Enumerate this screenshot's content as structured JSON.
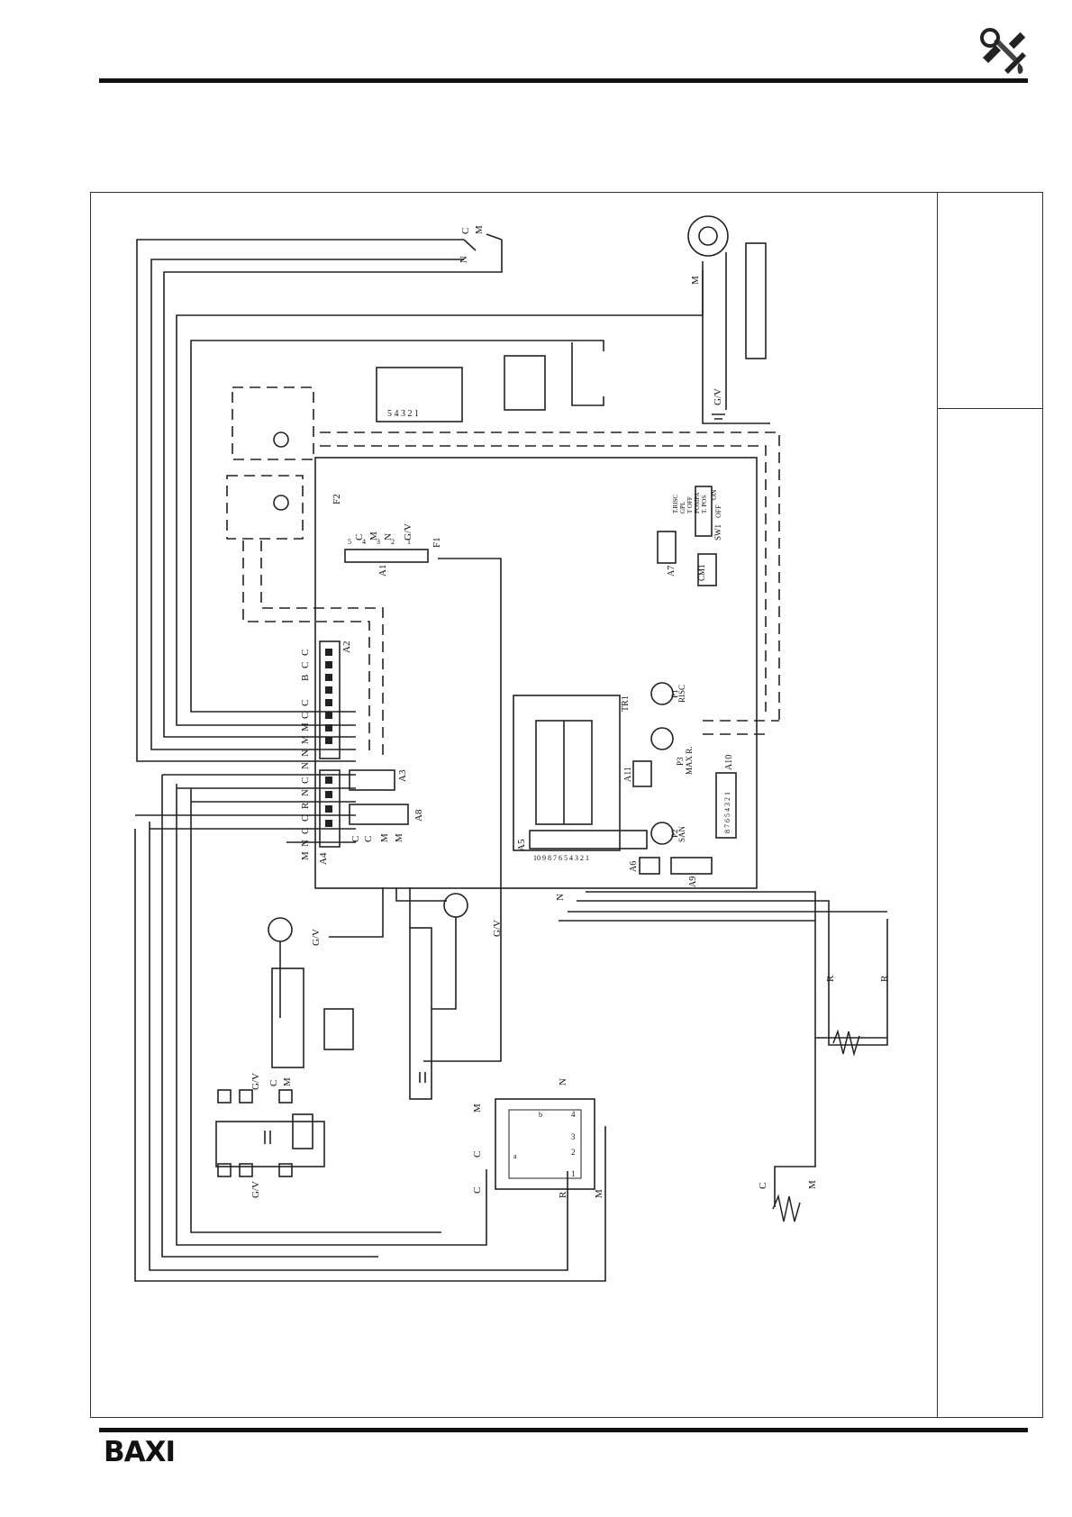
{
  "brand": {
    "logo_text": "BAXI"
  },
  "diagram": {
    "top_switch": {
      "n": "N",
      "c": "C",
      "m": "M"
    },
    "fan_label": "M",
    "earth_gv": "G/V",
    "gas_valve_pins": "5 4 3 2 1",
    "fuses": {
      "f1": "F1",
      "f2": "F2"
    },
    "connectors": {
      "a1": "A1",
      "a2": "A2",
      "a3": "A3",
      "a4": "A4",
      "a5": "A5",
      "a6": "A6",
      "a7": "A7",
      "a8": "A8",
      "a9": "A9",
      "a10": "A10",
      "a11": "A11"
    },
    "a1_pins": [
      "5",
      "4",
      "3",
      "2",
      "1"
    ],
    "a1_wires": [
      "C",
      "M",
      "N",
      "G/V"
    ],
    "a2_letters": [
      "C",
      "C",
      "B",
      "C",
      "C",
      "M",
      "M",
      "N",
      "N",
      "C"
    ],
    "a4_letters": [
      "N",
      "R",
      "C",
      "C",
      "N",
      "M"
    ],
    "a8_letters": [
      "C",
      "C",
      "M",
      "M"
    ],
    "transformer": "TR1",
    "pot_p1": {
      "id": "P1",
      "label": "RISC"
    },
    "pot_p2": {
      "id": "P2",
      "label": "SAN"
    },
    "pot_p3": {
      "id": "P3",
      "label": "MAX R."
    },
    "cm1": "CM1",
    "sw1": {
      "id": "SW1",
      "on": "ON",
      "off": "OFF",
      "rows": [
        "T.RISC",
        "GPL",
        "T OFF",
        "POMPA",
        "T. POS"
      ]
    },
    "a5_pins": "10 9 8 7 6 5 4 3 2 1",
    "a10_pins": "8 7 6 5 4 3 2 1",
    "wire_gv": "G/V",
    "wire_n": "N",
    "sensor_r1": "R",
    "sensor_r2": "R",
    "ntc_labels": {
      "c": "C",
      "m": "M"
    },
    "diverter_labels": {
      "n": "N",
      "m": "M",
      "c": "C",
      "r": "R",
      "m2": "M",
      "c2": "C"
    },
    "diverter_pins": [
      "4",
      "3",
      "2",
      "1",
      "a",
      "b"
    ],
    "terminal_block": {
      "gv1": "G/V",
      "c": "C",
      "m": "M",
      "gv2": "G/V"
    }
  }
}
